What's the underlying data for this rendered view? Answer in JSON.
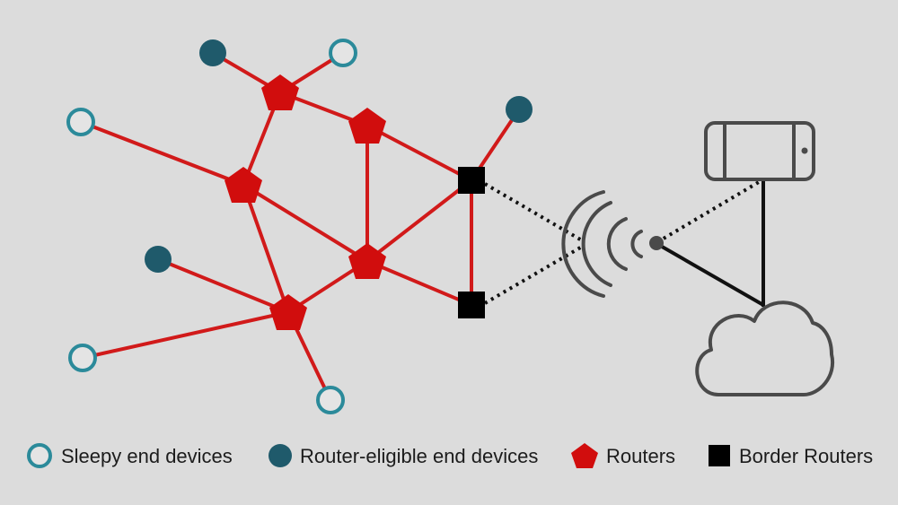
{
  "colors": {
    "background": "#dcdcdc",
    "mesh_link": "#d11a1a",
    "router": "#d10d0d",
    "router_eligible": "#1f5a6b",
    "sleepy_outline": "#2b8a9a",
    "border_router": "#000000",
    "wireless_link": "#111111",
    "outline_icon": "#4a4a4a"
  },
  "legend": {
    "sleepy": {
      "label": "Sleepy end devices",
      "icon": "hollow-teal-circle"
    },
    "router_eligible": {
      "label": "Router-eligible end devices",
      "icon": "filled-teal-circle"
    },
    "routers": {
      "label": "Routers",
      "icon": "red-pentagon"
    },
    "border_routers": {
      "label": "Border Routers",
      "icon": "black-square"
    }
  },
  "diagram": {
    "node_types": [
      "router",
      "router-eligible end device",
      "sleepy end device",
      "border router"
    ],
    "external": [
      "wireless-access-point",
      "smartphone",
      "cloud"
    ],
    "link_styles": {
      "mesh": "solid-red",
      "wireless": "dotted-black",
      "wired": "solid-black"
    }
  }
}
